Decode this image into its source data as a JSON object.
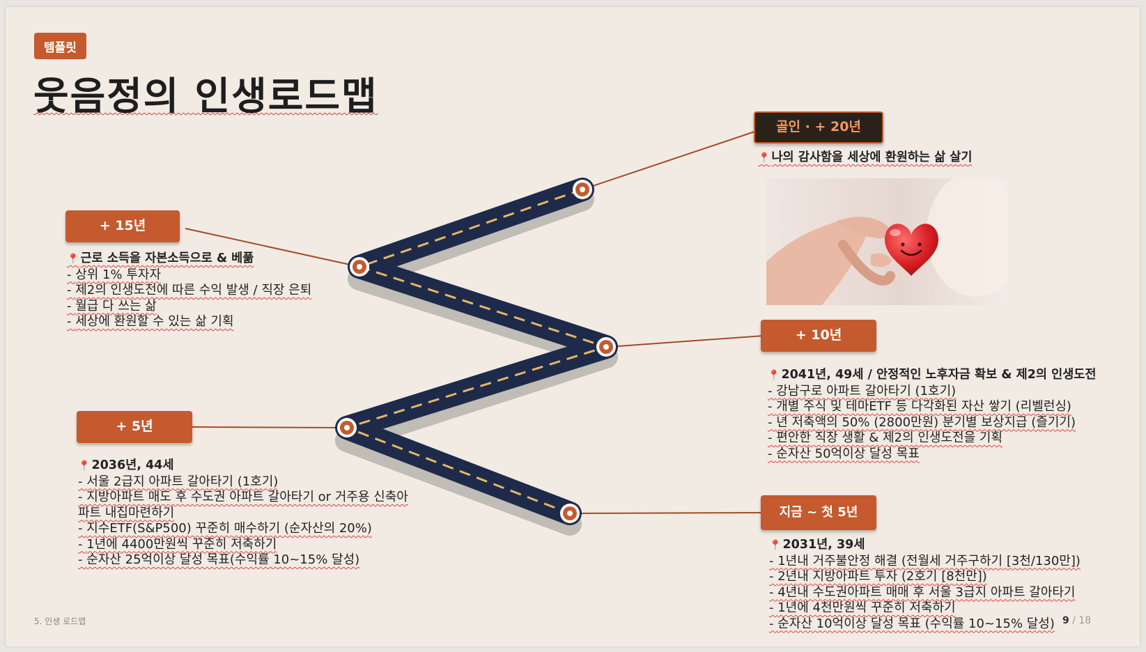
{
  "tag": "템플릿",
  "title": "웃음정의 인생로드맵",
  "footer": "5. 인생 로드맵",
  "page": {
    "current": "9",
    "separator": "/",
    "total": "18"
  },
  "stages": {
    "goal": {
      "label": "골인 · + 20년",
      "heading": "나의 감사함을 세상에 환원하는 삶 살기"
    },
    "y15": {
      "label": "+ 15년",
      "heading": "근로 소득을 자본소득으로 & 베풂",
      "items": [
        "상위 1% 투자자",
        "제2의 인생도전에 따른 수익 발생 / 직장 은퇴",
        "월급 다 쓰는 삶",
        "세상에 환원할 수 있는 삶 기획"
      ]
    },
    "y10": {
      "label": "+ 10년",
      "heading": "2041년, 49세 / 안정적인 노후자금 확보 & 제2의 인생도전",
      "items": [
        "강남구로 아파트 갈아타기 (1호기)",
        "개별 주식 및 테마ETF 등 다각화된 자산 쌓기 (리벨런싱)",
        "년 저축액의 50% (2800만원) 분기별 보상지급 (즐기기)",
        "편안한 직장 생활 & 제2의 인생도전을 기획",
        "순자산 50억이상 달성 목표"
      ]
    },
    "y5": {
      "label": "+ 5년",
      "heading": "2036년, 44세",
      "items": [
        "서울 2급지 아파트 갈아타기 (1호기)",
        "지방아파트 매도 후 수도권 아파트 갈아타기 or 거주용 신축아파트 내집마련하기",
        "지수ETF(S&P500) 꾸준히 매수하기 (순자산의 20%)",
        "1년에 4400만원씩 꾸준히 저축하기",
        "순자산 25억이상 달성 목표(수익률 10~15% 달성)"
      ]
    },
    "now": {
      "label": "지금 ~ 첫 5년",
      "heading": "2031년, 39세",
      "items": [
        "1년내 거주불안정 해결 (전월세 거주구하기 [3천/130만])",
        "2년내 지방아파트 투자 (2호기 [8천만])",
        "4년내 수도권아파트 매매 후 서울 3급지 아파트 갈아타기",
        "1년에 4천만원씩 꾸준히 저축하기",
        "순자산 10억이상 달성 목표 (수익률 10~15% 달성)"
      ]
    }
  },
  "colors": {
    "accent": "#c45a2e",
    "road": "#1e2a4a",
    "roadDash": "#e6b766",
    "bg": "#f1ebe4"
  }
}
